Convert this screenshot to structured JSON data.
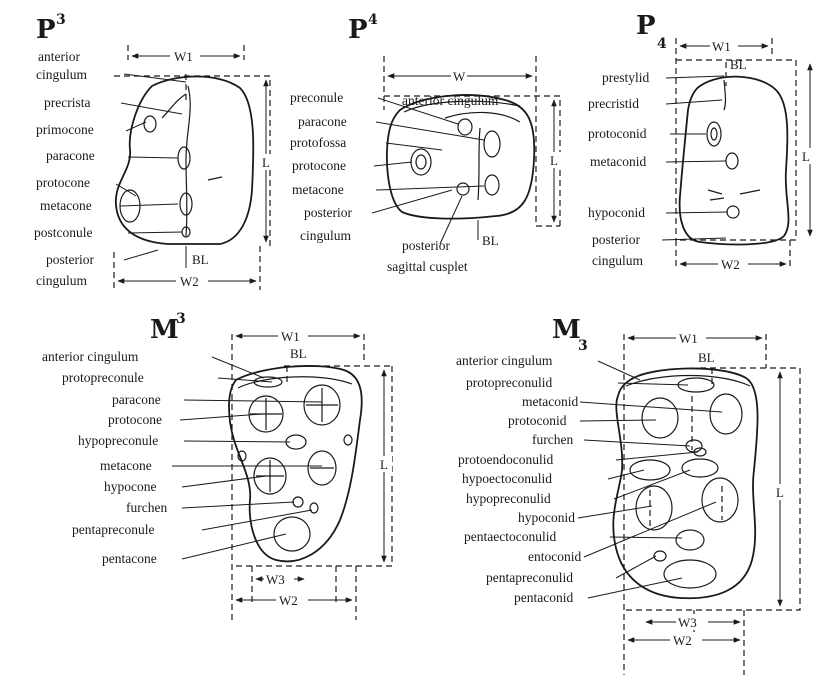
{
  "teeth": {
    "p3": {
      "title": "P",
      "title_index": "3",
      "labels": [
        "anterior",
        "cingulum",
        "precrista",
        "primocone",
        "paracone",
        "protocone",
        "metacone",
        "postconule",
        "posterior",
        "cingulum"
      ],
      "measures": {
        "w1": "W1",
        "l": "L",
        "bl": "BL",
        "w2": "W2"
      }
    },
    "p4": {
      "title": "P",
      "title_index": "4",
      "labels": [
        "preconule",
        "paracone",
        "protofossa",
        "protocone",
        "metacone",
        "posterior",
        "cingulum",
        "anterior cingulum",
        "posterior",
        "sagittal cusplet"
      ],
      "measures": {
        "w": "W",
        "l": "L",
        "bl": "BL"
      }
    },
    "p4_lower": {
      "title": "P",
      "title_index": "4",
      "labels": [
        "prestylid",
        "precristid",
        "protoconid",
        "metaconid",
        "hypoconid",
        "posterior",
        "cingulum"
      ],
      "measures": {
        "w1": "W1",
        "bl": "BL",
        "l": "L",
        "w2": "W2"
      }
    },
    "m3": {
      "title": "M",
      "title_index": "3",
      "labels": [
        "anterior cingulum",
        "protopreconule",
        "paracone",
        "protocone",
        "hypopreconule",
        "metacone",
        "hypocone",
        "furchen",
        "pentapreconule",
        "pentacone"
      ],
      "measures": {
        "w1": "W1",
        "bl": "BL",
        "l": "L",
        "w3": "W3",
        "w2": "W2"
      }
    },
    "m3_lower": {
      "title": "M",
      "title_index": "3",
      "labels": [
        "anterior cingulum",
        "protopreconulid",
        "metaconid",
        "protoconid",
        "furchen",
        "protoendoconulid",
        "hypoectoconulid",
        "hypopreconulid",
        "hypoconid",
        "pentaectoconulid",
        "entoconid",
        "pentapreconulid",
        "pentaconid"
      ],
      "measures": {
        "w1": "W1",
        "bl": "BL",
        "l": "L",
        "w3": "W3",
        "w2": "W2"
      }
    }
  }
}
